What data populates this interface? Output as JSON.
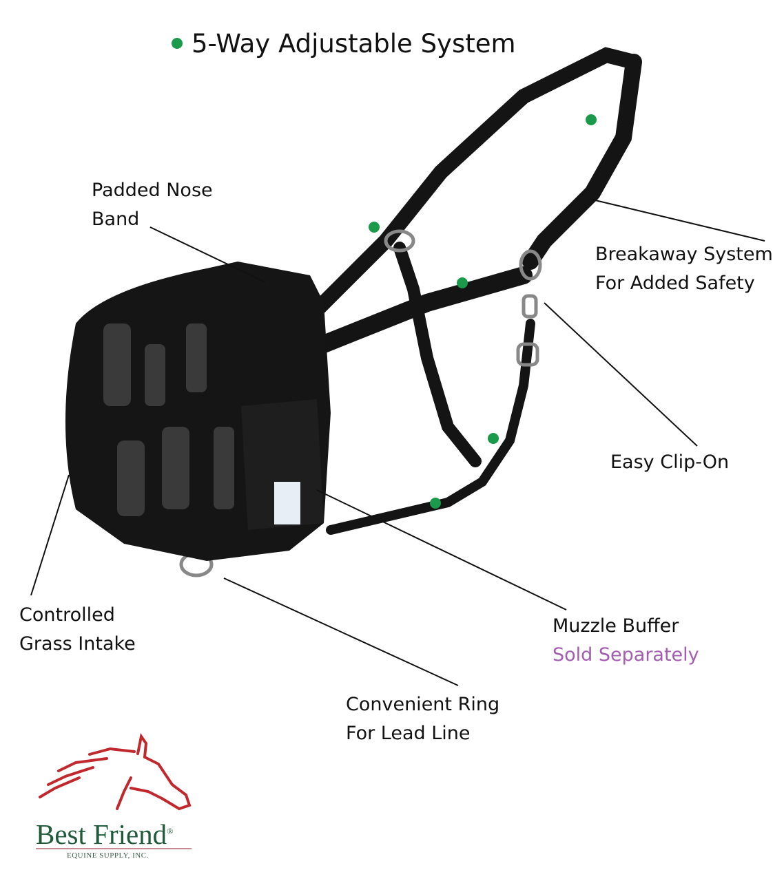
{
  "title": "5-Way Adjustable System",
  "labels": {
    "padded_nose_band": [
      "Padded Nose",
      "Band"
    ],
    "breakaway": [
      "Breakaway System",
      "For Added Safety"
    ],
    "easy_clip": "Easy Clip-On",
    "muzzle_buffer": "Muzzle Buffer",
    "sold_separately": "Sold Separately",
    "controlled_grass": [
      "Controlled",
      "Grass Intake"
    ],
    "convenient_ring": [
      "Convenient Ring",
      "For Lead Line"
    ]
  },
  "logo": {
    "name": "Best Friend",
    "registered": "®",
    "subtitle": "EQUINE SUPPLY, INC."
  },
  "colors": {
    "dot": "#1a9a4a",
    "sold_separately": "#a35db0",
    "logo_red": "#c0282d",
    "logo_green": "#1f5a3a"
  }
}
